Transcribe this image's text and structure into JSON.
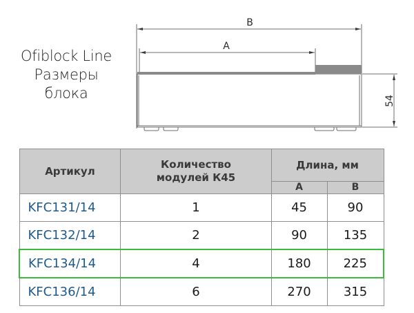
{
  "title": {
    "line1": "Ofiblock Line",
    "line2": "Размеры",
    "line3": "блока"
  },
  "drawing": {
    "dim_b_label": "B",
    "dim_a_label": "A",
    "dim_height_label": "54",
    "line_color": "#6e6e6e"
  },
  "table": {
    "headers": {
      "sku": "Артикул",
      "modules": "Количество модулей К45",
      "length": "Длина, мм",
      "length_a": "A",
      "length_b": "B"
    },
    "rows": [
      {
        "sku": "KFC131/14",
        "modules": "1",
        "a": "45",
        "b": "90",
        "highlighted": false
      },
      {
        "sku": "KFC132/14",
        "modules": "2",
        "a": "90",
        "b": "135",
        "highlighted": false
      },
      {
        "sku": "KFC134/14",
        "modules": "4",
        "a": "180",
        "b": "225",
        "highlighted": true
      },
      {
        "sku": "KFC136/14",
        "modules": "6",
        "a": "270",
        "b": "315",
        "highlighted": false
      }
    ],
    "colors": {
      "header_bg": "#cccccc",
      "sku_text": "#1f5a8c",
      "highlight_border": "#3cba3c",
      "grid": "#8e8e8e"
    }
  }
}
